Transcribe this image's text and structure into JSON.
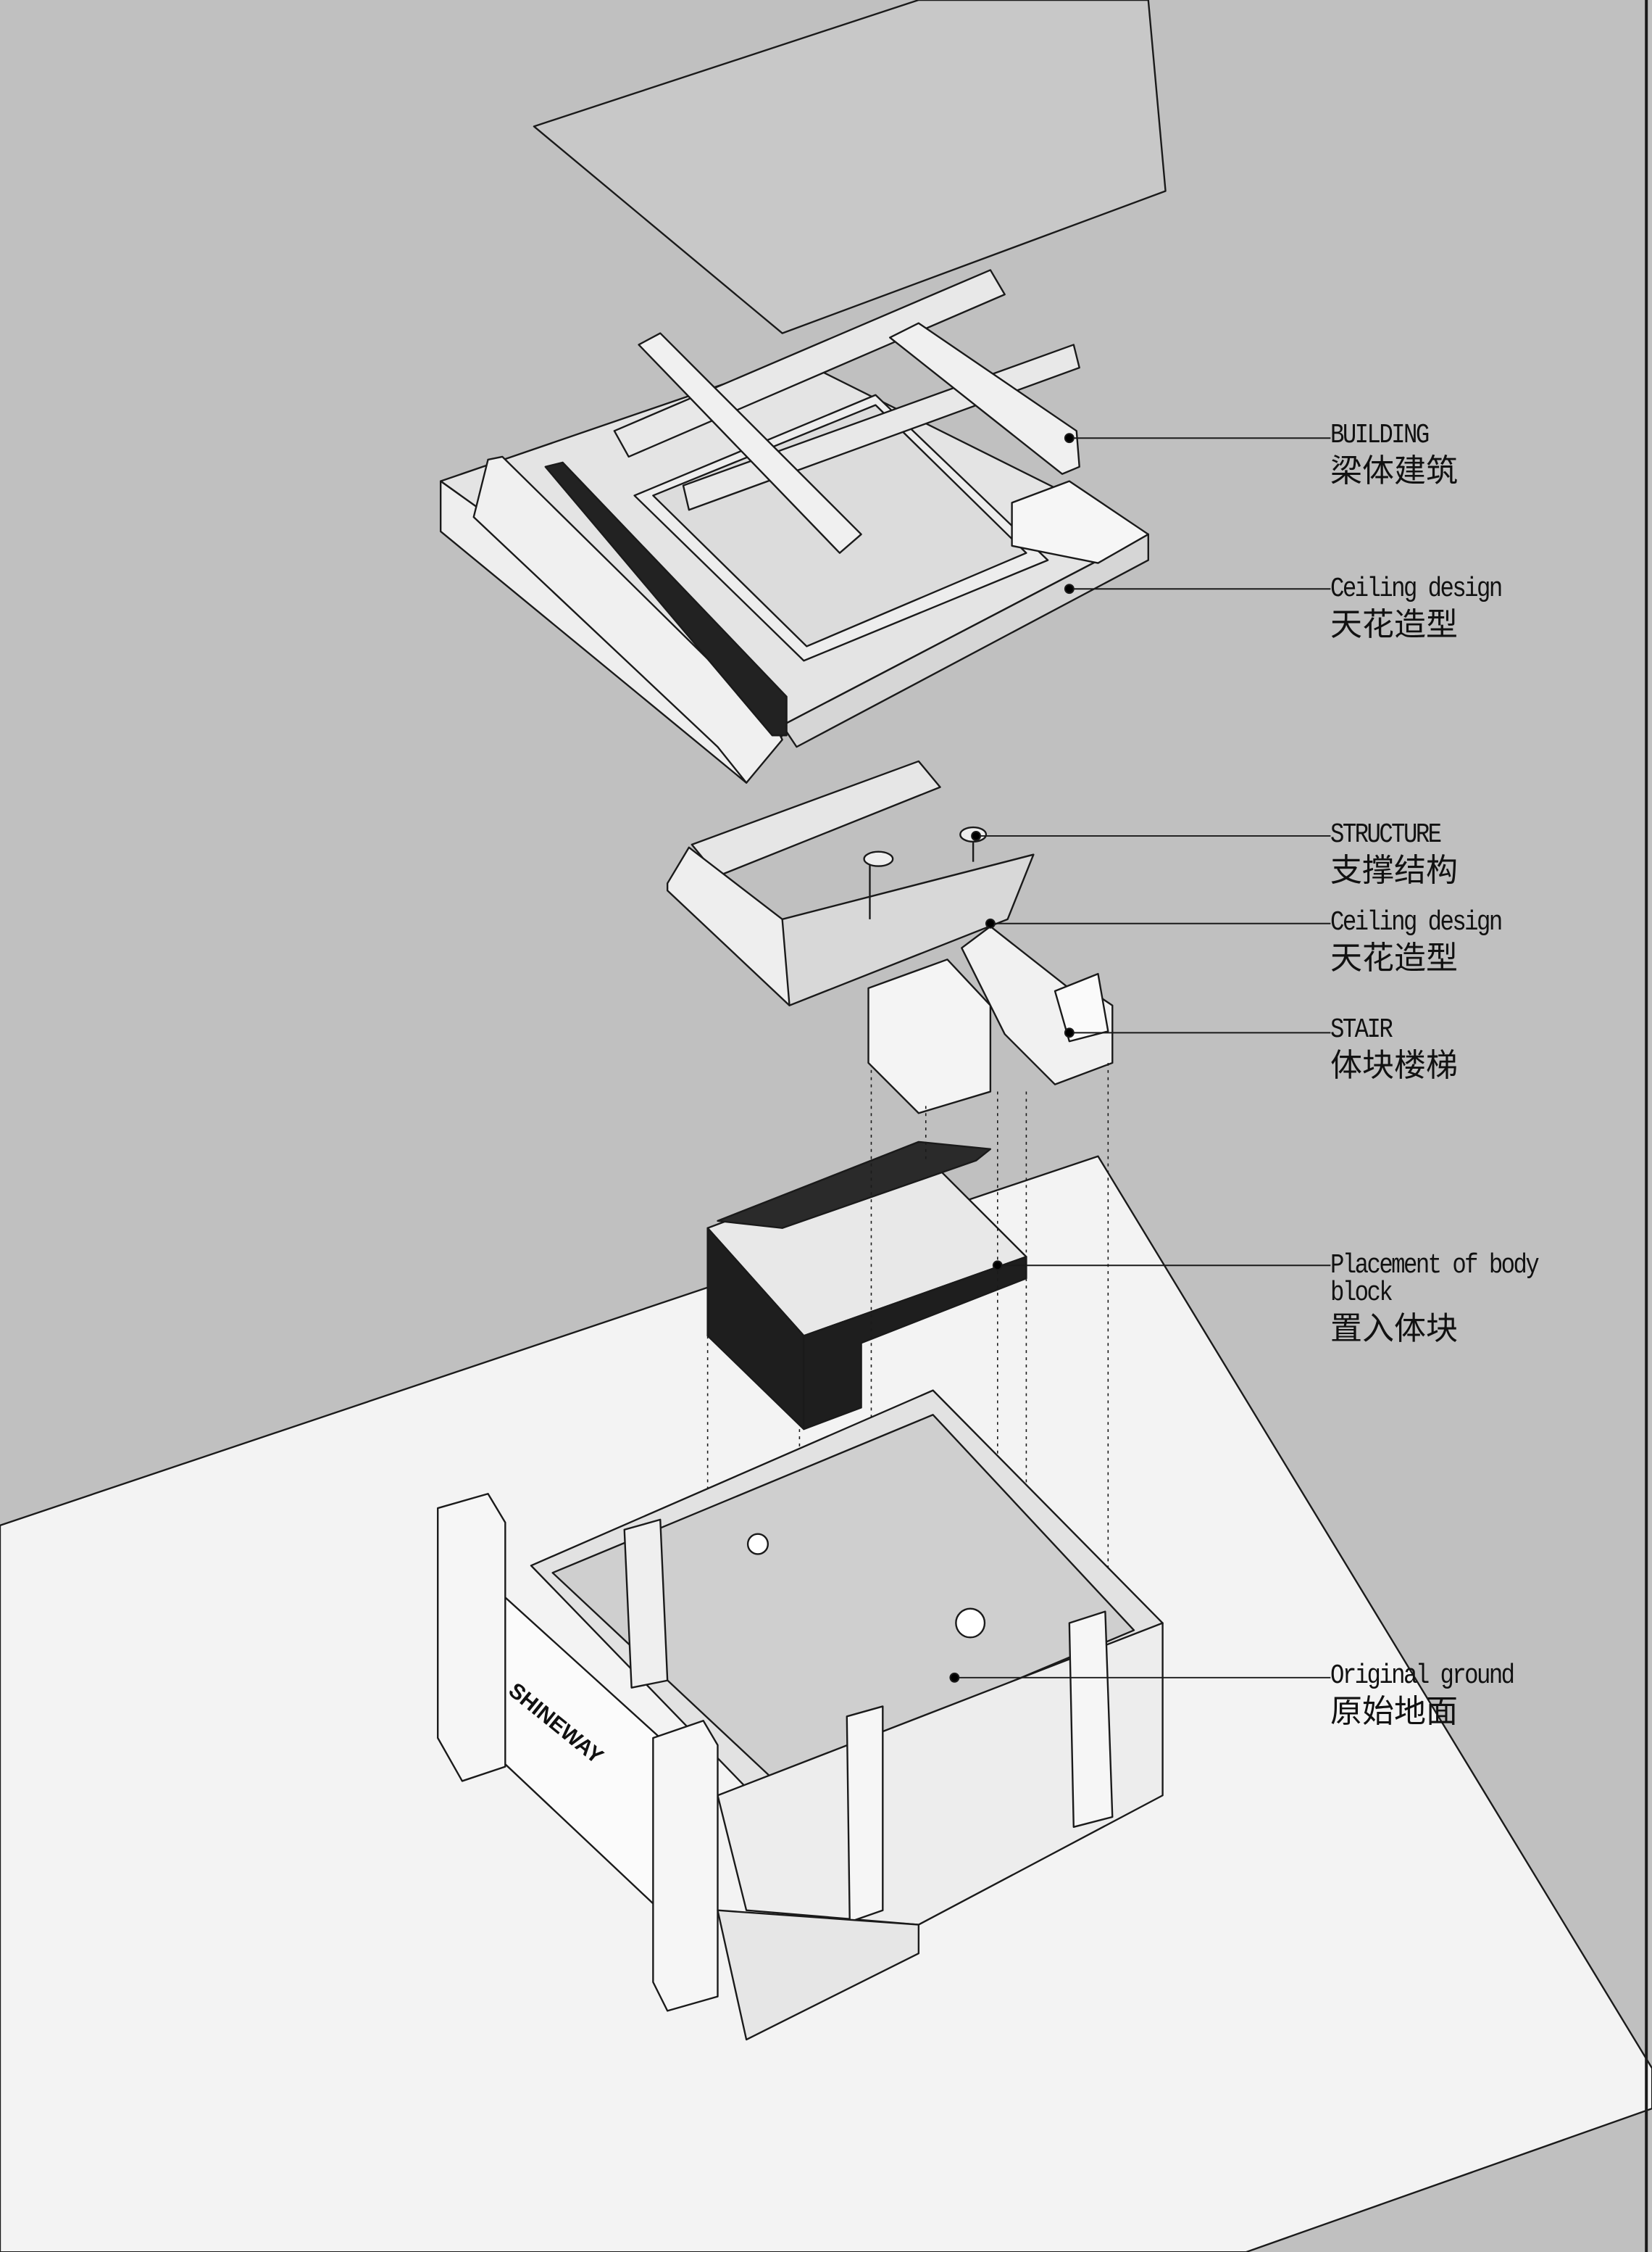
{
  "labels": [
    {
      "en": "BUILDING",
      "zh": "梁体建筑"
    },
    {
      "en": "Ceiling design",
      "zh": "天花造型"
    },
    {
      "en": "STRUCTURE",
      "zh": "支撑结构"
    },
    {
      "en": "Ceiling design",
      "zh": "天花造型"
    },
    {
      "en": "STAIR",
      "zh": "体块楼梯"
    },
    {
      "en": "Placement of body block",
      "zh": "置入体块"
    },
    {
      "en": "Original ground",
      "zh": "原始地面"
    }
  ],
  "sign": {
    "text": "SHINEWAY"
  },
  "colors": {
    "background": "#c0c0c0",
    "surface": "#f2f2f2",
    "line": "#1a1a1a",
    "block": "#222222"
  }
}
